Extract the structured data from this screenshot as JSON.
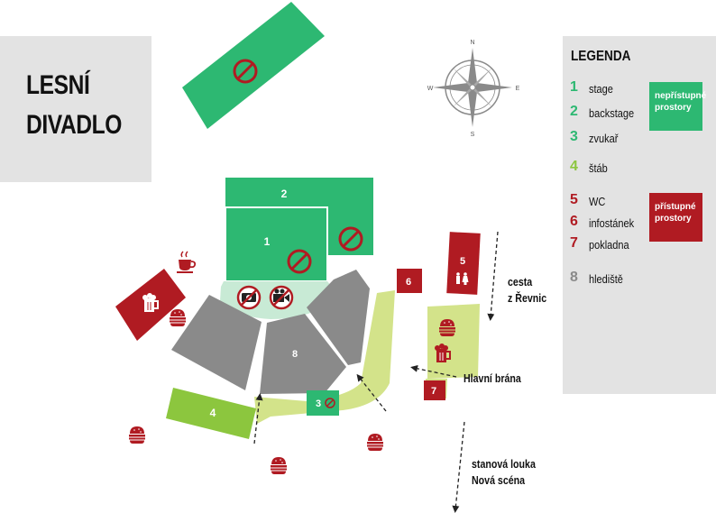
{
  "title": {
    "line1": "LESNÍ",
    "line2": "DIVADLO"
  },
  "legend": {
    "title": "LEGENDA",
    "items": [
      {
        "num": "1",
        "label": "stage",
        "color": "#2db872"
      },
      {
        "num": "2",
        "label": "backstage",
        "color": "#2db872"
      },
      {
        "num": "3",
        "label": "zvukař",
        "color": "#2db872"
      },
      {
        "num": "4",
        "label": "štáb",
        "color": "#8cc63e"
      },
      {
        "num": "5",
        "label": "WC",
        "color": "#b01b22"
      },
      {
        "num": "6",
        "label": "infostánek",
        "color": "#b01b22"
      },
      {
        "num": "7",
        "label": "pokladna",
        "color": "#b01b22"
      },
      {
        "num": "8",
        "label": "hlediště",
        "color": "#8a8a8a"
      }
    ],
    "groups": {
      "inaccessible": {
        "label": "nepřístupné prostory",
        "color": "#2db872"
      },
      "accessible": {
        "label": "přístupné prostory",
        "color": "#b01b22"
      }
    }
  },
  "compass": {
    "n": "N",
    "e": "E",
    "s": "S",
    "w": "W"
  },
  "areas": {
    "stage": "1",
    "backstage": "2",
    "sound": "3",
    "crew": "4",
    "wc": "5",
    "info": "6",
    "ticket": "7",
    "auditorium": "8"
  },
  "annotations": {
    "path_revnice": [
      "cesta",
      "z Řevnic"
    ],
    "main_gate": "Hlavní brána",
    "tent_meadow": [
      "stanová louka",
      "Nová scéna"
    ]
  },
  "colors": {
    "restricted_green": "#2db872",
    "crew_green": "#8cc63e",
    "path_green": "#d3e38a",
    "accessible_red": "#b01b22",
    "auditorium_gray": "#8a8a8a",
    "pit_mint": "#c8ead5",
    "panel_gray": "#e3e3e3"
  },
  "icons": [
    "no-entry-icon",
    "no-photo-icon",
    "no-video-icon",
    "coffee-icon",
    "beer-icon",
    "burger-icon",
    "toilet-icon",
    "compass-rose-icon"
  ]
}
